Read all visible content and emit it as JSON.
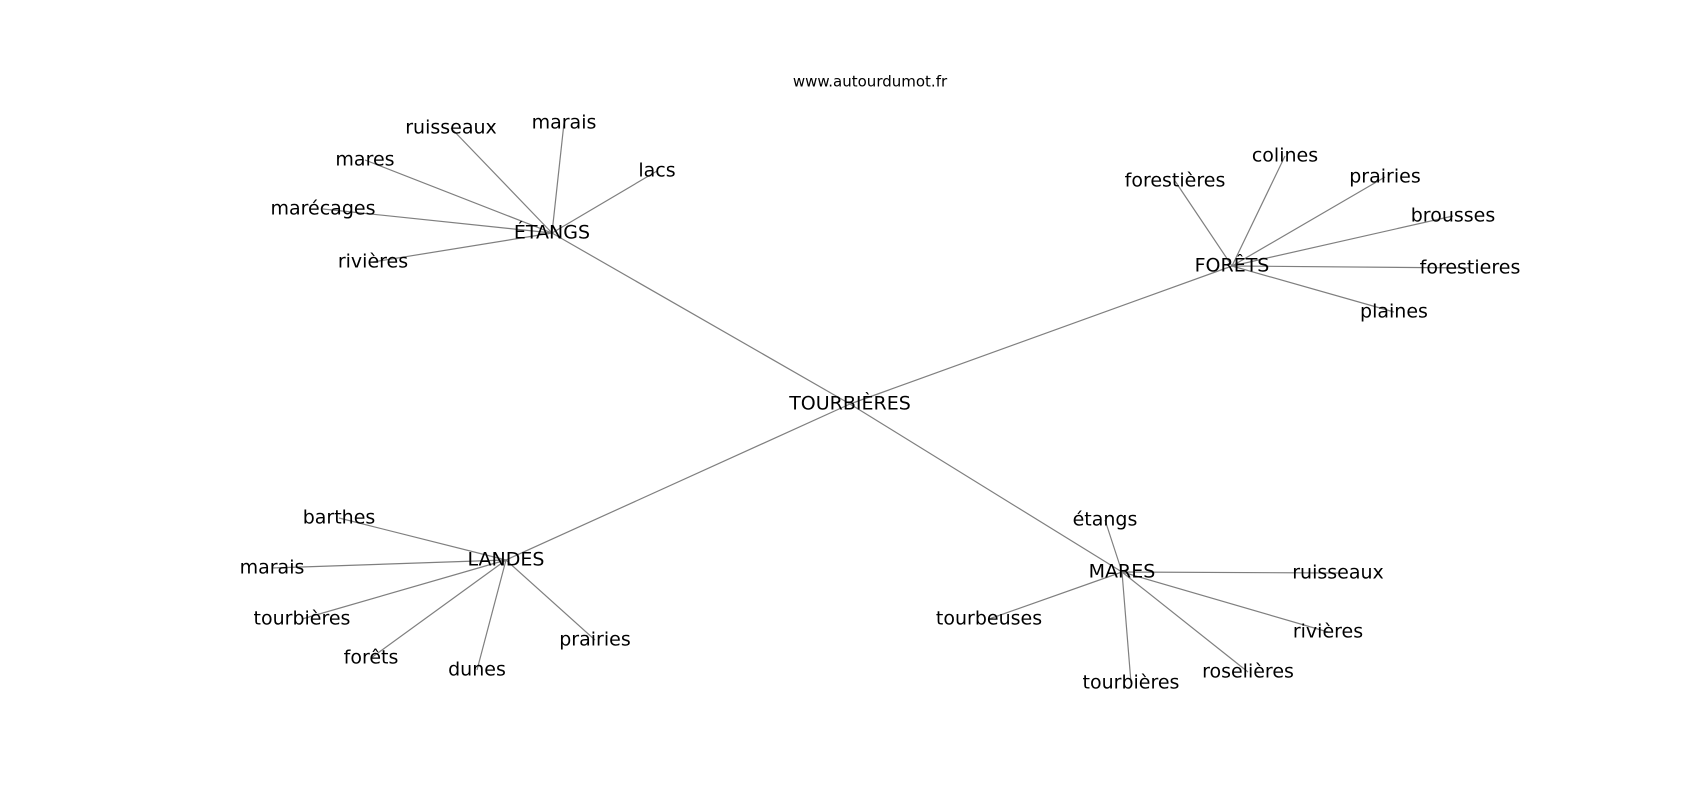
{
  "source": "www.autourdumot.fr",
  "edge_color": "#7f7f7f",
  "text_color": "#000000",
  "graph": {
    "center": {
      "id": "tourbieres",
      "label": "TOURBIÈRES"
    },
    "hubs": [
      {
        "id": "etangs",
        "label": "ÉTANGS",
        "leaves": [
          {
            "id": "etangs-ruisseaux",
            "label": "ruisseaux"
          },
          {
            "id": "etangs-marais",
            "label": "marais"
          },
          {
            "id": "etangs-lacs",
            "label": "lacs"
          },
          {
            "id": "etangs-mares",
            "label": "mares"
          },
          {
            "id": "etangs-marecages",
            "label": "marécages"
          },
          {
            "id": "etangs-rivieres",
            "label": "rivières"
          }
        ]
      },
      {
        "id": "forets",
        "label": "FORÊTS",
        "leaves": [
          {
            "id": "forets-forestieres-accent",
            "label": "forestières"
          },
          {
            "id": "forets-colines",
            "label": "colines"
          },
          {
            "id": "forets-prairies",
            "label": "prairies"
          },
          {
            "id": "forets-brousses",
            "label": "brousses"
          },
          {
            "id": "forets-forestieres",
            "label": "forestieres"
          },
          {
            "id": "forets-plaines",
            "label": "plaines"
          }
        ]
      },
      {
        "id": "landes",
        "label": "LANDES",
        "leaves": [
          {
            "id": "landes-barthes",
            "label": "barthes"
          },
          {
            "id": "landes-marais",
            "label": "marais"
          },
          {
            "id": "landes-tourbieres",
            "label": "tourbières"
          },
          {
            "id": "landes-forets",
            "label": "forêts"
          },
          {
            "id": "landes-dunes",
            "label": "dunes"
          },
          {
            "id": "landes-prairies",
            "label": "prairies"
          }
        ]
      },
      {
        "id": "mares",
        "label": "MARES",
        "leaves": [
          {
            "id": "mares-etangs",
            "label": "étangs"
          },
          {
            "id": "mares-ruisseaux",
            "label": "ruisseaux"
          },
          {
            "id": "mares-rivieres",
            "label": "rivières"
          },
          {
            "id": "mares-roselieres",
            "label": "roselières"
          },
          {
            "id": "mares-tourbieres",
            "label": "tourbières"
          },
          {
            "id": "mares-tourbeuses",
            "label": "tourbeuses"
          }
        ]
      }
    ]
  }
}
